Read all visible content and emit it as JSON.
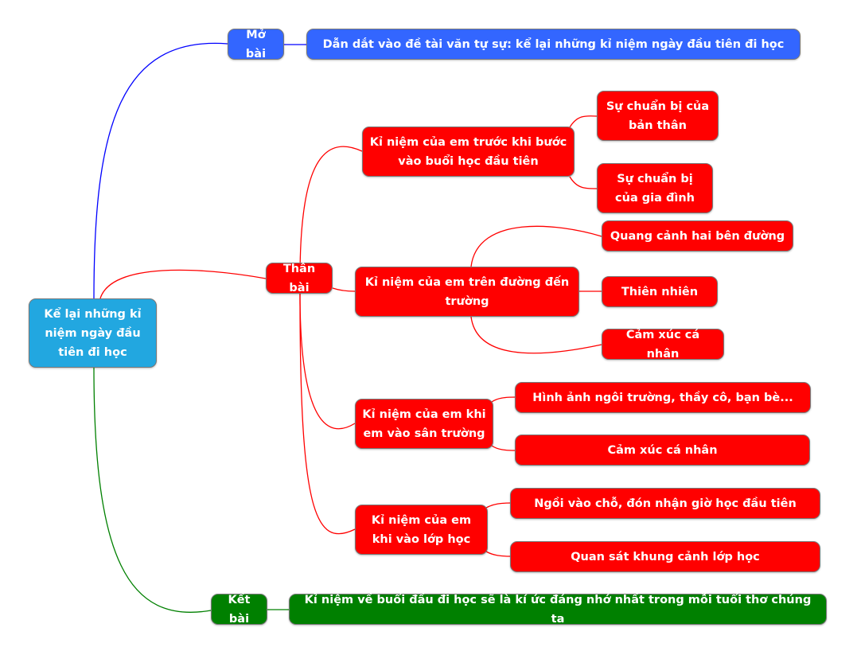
{
  "root": "Kể lại những kỉ niệm ngày đầu tiên đi học",
  "colors": {
    "root": "#22a7e0",
    "mo_bai": "#3366ff",
    "than_bai": "#ff0000",
    "ket_bai": "#008000"
  },
  "mo_bai": {
    "label": "Mở bài",
    "child": "Dẫn dắt vào đề tài văn tự sự: kể lại những kỉ niệm ngày đầu tiên đi học"
  },
  "than_bai": {
    "label": "Thân bài",
    "branches": [
      {
        "label": "Kỉ niệm của em trước khi bước vào buổi học đầu tiên",
        "children": [
          "Sự chuẩn bị của bản thân",
          "Sự chuẩn bị của gia đình"
        ]
      },
      {
        "label": "Kỉ niệm của em trên đường đến trường",
        "children": [
          "Quang cảnh hai bên đường",
          "Thiên nhiên",
          "Cảm xúc cá nhân"
        ]
      },
      {
        "label": "Kỉ niệm của em khi em vào sân trường",
        "children": [
          "Hình ảnh ngôi trường, thầy cô, bạn bè...",
          "Cảm xúc cá nhân"
        ]
      },
      {
        "label": "Kỉ niệm của em khi vào lớp học",
        "children": [
          "Ngồi vào chỗ, đón nhận giờ học đầu tiên",
          "Quan sát khung cảnh lớp học"
        ]
      }
    ]
  },
  "ket_bai": {
    "label": "Kết bài",
    "child": "Kỉ niệm về buổi đầu đi học sẽ là kí ức đáng nhớ nhất trong mỗi tuổi thơ chúng ta"
  }
}
